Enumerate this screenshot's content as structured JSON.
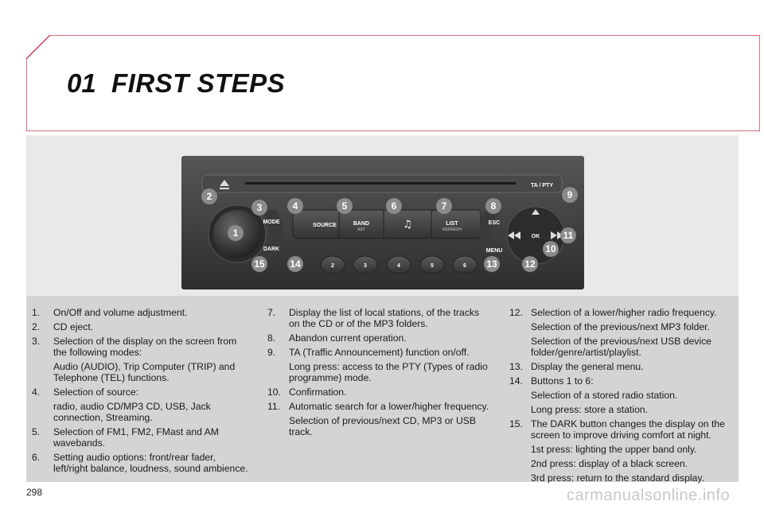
{
  "chapter": {
    "number": "01",
    "title": "FIRST STEPS"
  },
  "radio": {
    "buttons": {
      "ta_pty": "TA / PTY",
      "mode": "MODE",
      "dark": "DARK",
      "source": "SOURCE",
      "band": "BAND",
      "band_sub": "AST",
      "list": "LIST",
      "list_sub": "REFRESH",
      "esc": "ESC",
      "menu": "MENU",
      "ok": "OK",
      "presets": [
        "2",
        "3",
        "4",
        "5",
        "6"
      ]
    },
    "callouts": [
      "1",
      "2",
      "3",
      "4",
      "5",
      "6",
      "7",
      "8",
      "9",
      "10",
      "11",
      "12",
      "13",
      "14",
      "15"
    ]
  },
  "column1": [
    {
      "num": "1.",
      "lines": [
        "On/Off and volume adjustment."
      ]
    },
    {
      "num": "2.",
      "lines": [
        "CD eject."
      ]
    },
    {
      "num": "3.",
      "lines": [
        "Selection of the display on the screen from the following modes:",
        "Audio (AUDIO), Trip Computer (TRIP) and Telephone (TEL) functions."
      ]
    },
    {
      "num": "4.",
      "lines": [
        "Selection of source:",
        "radio, audio CD/MP3 CD, USB, Jack connection, Streaming."
      ]
    },
    {
      "num": "5.",
      "lines": [
        "Selection of FM1, FM2, FMast and AM wavebands."
      ]
    },
    {
      "num": "6.",
      "lines": [
        "Setting audio options: front/rear fader, left/right balance, loudness, sound ambience."
      ]
    }
  ],
  "column2": [
    {
      "num": "7.",
      "lines": [
        "Display the list of local stations, of the tracks on the CD or of the MP3 folders."
      ]
    },
    {
      "num": "8.",
      "lines": [
        "Abandon current operation."
      ]
    },
    {
      "num": "9.",
      "lines": [
        "TA (Traffic Announcement) function on/off.",
        "Long press: access to the PTY (Types of radio programme) mode."
      ]
    },
    {
      "num": "10.",
      "lines": [
        "Confirmation."
      ]
    },
    {
      "num": "11.",
      "lines": [
        "Automatic search for a lower/higher frequency.",
        "Selection of previous/next CD, MP3 or USB track."
      ]
    }
  ],
  "column3": [
    {
      "num": "12.",
      "lines": [
        "Selection of a lower/higher radio frequency.",
        "Selection of the previous/next MP3 folder.",
        "Selection of the previous/next USB device folder/genre/artist/playlist."
      ]
    },
    {
      "num": "13.",
      "lines": [
        "Display the general menu."
      ]
    },
    {
      "num": "14.",
      "lines": [
        "Buttons 1 to 6:",
        "Selection of a stored radio station.",
        "Long press: store a station."
      ]
    },
    {
      "num": "15.",
      "lines": [
        "The DARK button changes the display on the screen to improve driving comfort at night.",
        "1st press: lighting the upper band only.",
        "2nd press: display of a black screen.",
        "3rd press: return to the standard display."
      ]
    }
  ],
  "page_number": "298",
  "watermark": "carmanualsonline.info",
  "colors": {
    "accent": "#c83a4c",
    "badge": "#8a8a8a",
    "radio_body": "#3b3b3b"
  }
}
